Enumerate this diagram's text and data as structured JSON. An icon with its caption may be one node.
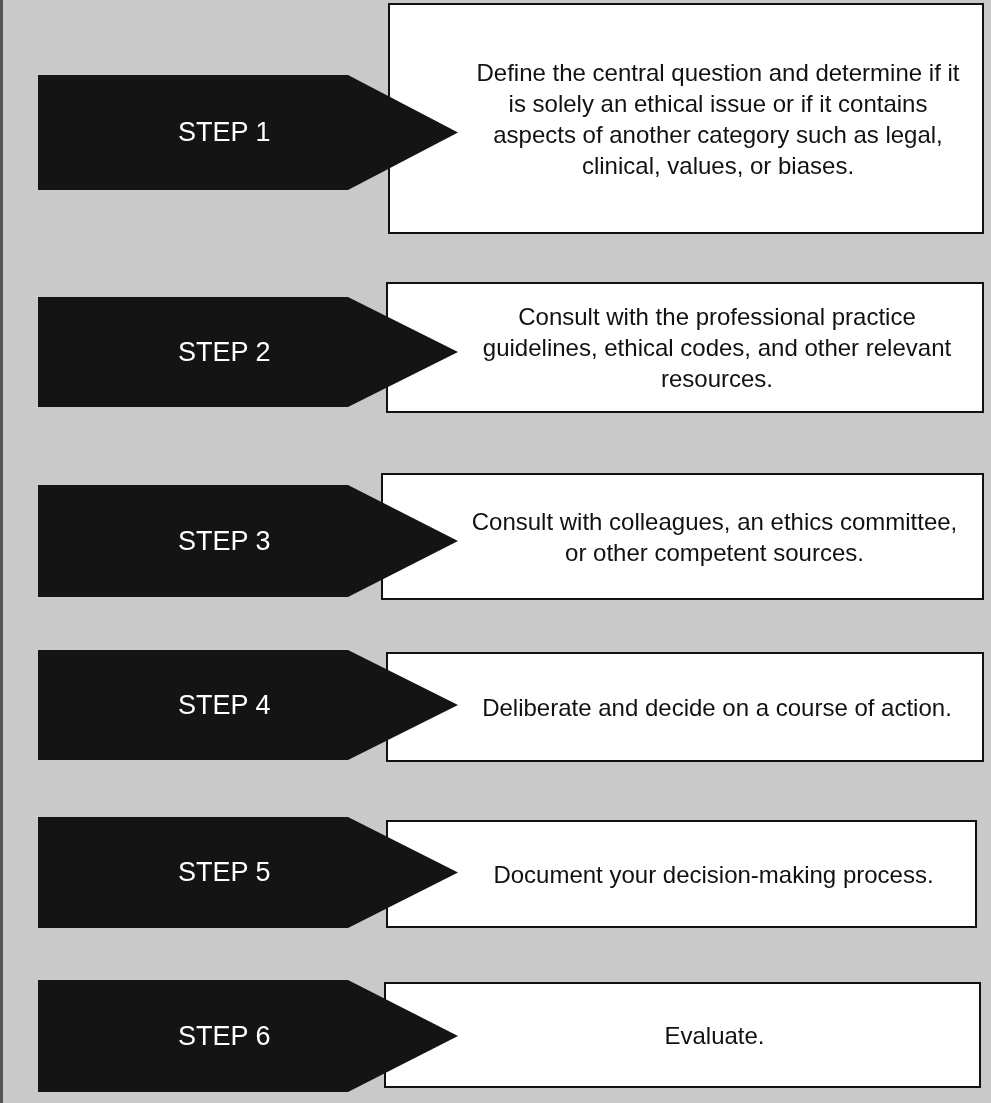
{
  "diagram": {
    "nodes": [
      {
        "text": [
          "STEP 1"
        ]
      },
      {
        "text": [
          "Define the central question and determine if it is solely an ethical issue or if it contains aspects of another category such as legal, clinical, values, or biases."
        ]
      },
      {
        "text": [
          "STEP 2"
        ]
      },
      {
        "text": [
          "Consult with the professional practice guidelines, ethical codes, and other relevant resources."
        ]
      },
      {
        "text": [
          "STEP 3"
        ]
      },
      {
        "text": [
          "Consult with colleagues, an ethics committee, or other competent sources."
        ]
      },
      {
        "text": [
          "STEP 4"
        ]
      },
      {
        "text": [
          "Deliberate and decide on a course of action."
        ]
      },
      {
        "text": [
          "STEP 5"
        ]
      },
      {
        "text": [
          "Document your decision-making process."
        ]
      },
      {
        "text": [
          "STEP 6"
        ]
      },
      {
        "text": [
          "Evaluate."
        ]
      }
    ]
  }
}
